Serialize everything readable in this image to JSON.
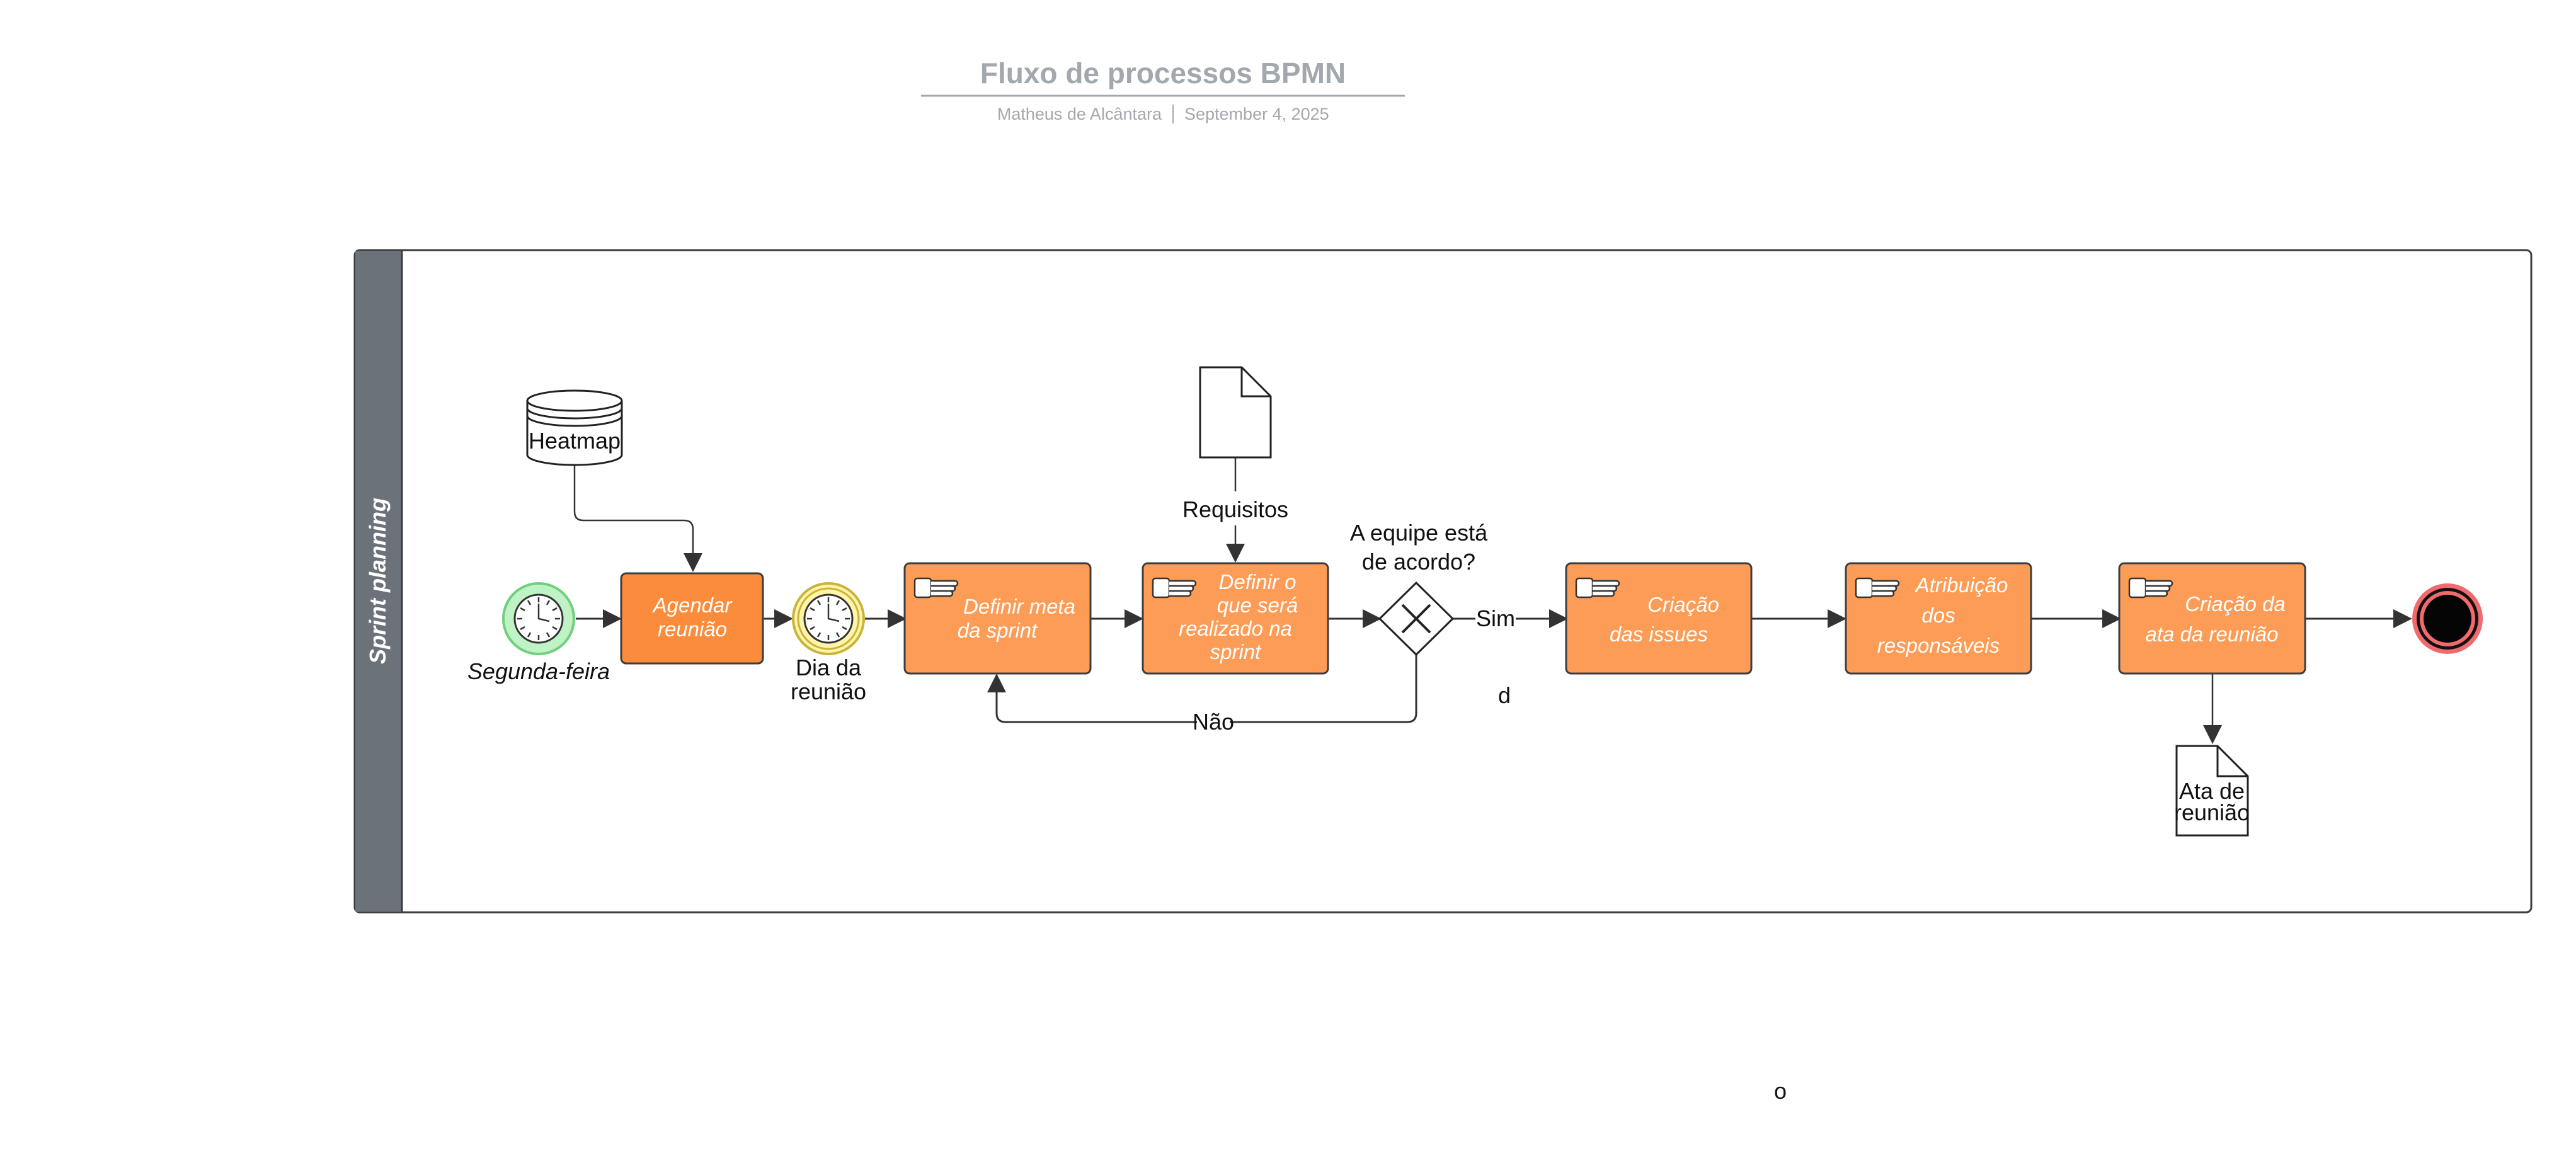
{
  "header": {
    "title": "Fluxo de processos BPMN",
    "author": "Matheus de Alcântara",
    "date": "September 4, 2025"
  },
  "lane": {
    "label": "Sprint planning"
  },
  "nodes": {
    "start_event": {
      "label": "Segunda-feira"
    },
    "task_agendar": {
      "line1": "Agendar",
      "line2": "reunião"
    },
    "timer_event": {
      "line1": "Dia da",
      "line2": "reunião"
    },
    "task_definir_meta": {
      "line1": "Definir meta",
      "line2": "da sprint"
    },
    "task_definir_realizado": {
      "line1": "Definir o",
      "line2": "que será",
      "line3": "realizado na",
      "line4": "sprint"
    },
    "gateway": {
      "line1": "A equipe está",
      "line2": "de acordo?"
    },
    "task_criacao_issues": {
      "line1": "Criação",
      "line2": "das issues"
    },
    "task_atribuicao": {
      "line1": "Atribuição",
      "line2": "dos",
      "line3": "responsáveis"
    },
    "task_criacao_ata": {
      "line1": "Criação da",
      "line2": "ata da reunião"
    },
    "data_store_heatmap": {
      "label": "Heatmap"
    },
    "document_requisitos": {
      "label": "Requisitos"
    },
    "document_ata": {
      "line1": "Ata de",
      "line2": "reunião"
    }
  },
  "flows": {
    "yes_label": "Sim",
    "no_label": "Não"
  },
  "stray_text": {
    "d": "d",
    "o": "o"
  },
  "colors": {
    "task_fill": "#fd9c56",
    "task_fill_dark": "#fb8c3c",
    "task_stroke": "#3d3d3d",
    "lane_header": "#6c727a",
    "start_fill": "#bff3c5",
    "start_stroke": "#6fd07b",
    "timer_fill": "#fff4a8",
    "timer_stroke": "#c9b33a",
    "end_stroke": "#f06a6e",
    "title_gray": "#a3a8ae"
  }
}
